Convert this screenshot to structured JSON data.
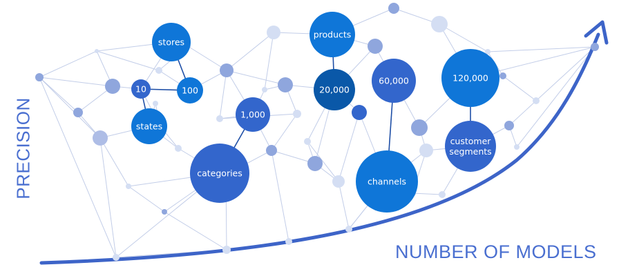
{
  "axes": {
    "y_title": "PRECISION",
    "x_title": "NUMBER OF MODELS"
  },
  "colors": {
    "axis_and_arrow": "#3d64c8",
    "edge": "#c2cde8",
    "node_blue": "#0f76d8",
    "node_royal": "#3366cc",
    "node_navy": "#0a58a8",
    "node_pale": "#d4def3"
  },
  "labeled_nodes": [
    {
      "key": "stores",
      "lines": [
        "stores"
      ]
    },
    {
      "key": "products",
      "lines": [
        "products"
      ]
    },
    {
      "key": "n10",
      "lines": [
        "10"
      ]
    },
    {
      "key": "n100",
      "lines": [
        "100"
      ]
    },
    {
      "key": "states",
      "lines": [
        "states"
      ]
    },
    {
      "key": "n1000",
      "lines": [
        "1,000"
      ]
    },
    {
      "key": "n20000",
      "lines": [
        "20,000"
      ]
    },
    {
      "key": "n60000",
      "lines": [
        "60,000"
      ]
    },
    {
      "key": "n120000",
      "lines": [
        "120,000"
      ]
    },
    {
      "key": "customer_segments",
      "lines": [
        "customer",
        "segments"
      ]
    },
    {
      "key": "categories",
      "lines": [
        "categories"
      ]
    },
    {
      "key": "channels",
      "lines": [
        "channels"
      ]
    }
  ]
}
